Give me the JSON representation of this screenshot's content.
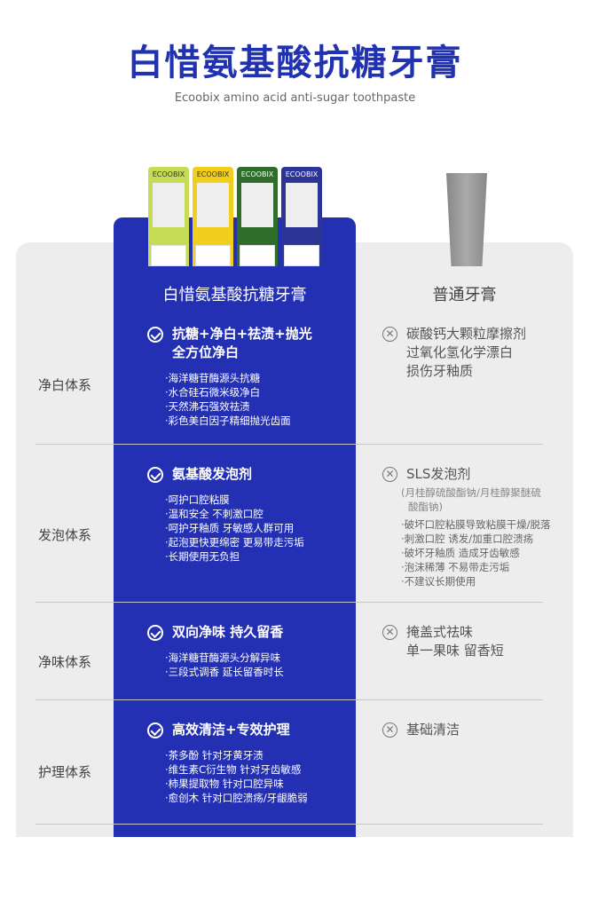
{
  "header": {
    "title": "白惜氨基酸抗糖牙膏",
    "subtitle": "Ecoobix amino acid anti-sugar toothpaste"
  },
  "products": {
    "brand": "ECOOBIX",
    "tube_colors": [
      "#c6dc56",
      "#f2cf1c",
      "#2f6e2a",
      "#2c3595"
    ]
  },
  "columns": {
    "ours": "白惜氨基酸抗糖牙膏",
    "normal": "普通牙膏"
  },
  "colors": {
    "accent": "#2430b4",
    "title": "#2132b0"
  },
  "rows": [
    {
      "label": "净白体系",
      "ours": {
        "head": [
          "抗糖+净白+祛渍+抛光",
          "全方位净白"
        ],
        "bullets": [
          "·海洋糖苷酶源头抗糖",
          "·水合硅石微米级净白",
          "·天然沸石强效祛渍",
          "·彩色美白因子精细抛光齿面"
        ]
      },
      "normal": {
        "head": [
          "碳酸钙大颗粒摩擦剂",
          "过氧化氢化学漂白",
          "损伤牙釉质"
        ],
        "bullets": []
      }
    },
    {
      "label": "发泡体系",
      "ours": {
        "head": [
          "氨基酸发泡剂"
        ],
        "bullets": [
          "·呵护口腔粘膜",
          "·温和安全 不刺激口腔",
          "·呵护牙釉质 牙敏感人群可用",
          "·起泡更快更绵密 更易带走污垢",
          "·长期使用无负担"
        ]
      },
      "normal": {
        "head": [
          "SLS发泡剂"
        ],
        "note": [
          "(月桂醇硫酸酯钠/月桂醇聚醚硫",
          "酸酯钠)"
        ],
        "bullets": [
          "·破坏口腔粘膜导致粘膜干燥/脱落",
          "·刺激口腔 诱发/加重口腔溃疡",
          "·破坏牙釉质 造成牙齿敏感",
          "·泡沫稀薄 不易带走污垢",
          "·不建议长期使用"
        ]
      }
    },
    {
      "label": "净味体系",
      "ours": {
        "head": [
          "双向净味 持久留香"
        ],
        "bullets": [
          "·海洋糖苷酶源头分解异味",
          "·三段式调香 延长留香时长"
        ]
      },
      "normal": {
        "head": [
          "掩盖式祛味",
          "单一果味 留香短"
        ],
        "bullets": []
      }
    },
    {
      "label": "护理体系",
      "ours": {
        "head": [
          "高效清洁+专效护理"
        ],
        "bullets": [
          "·茶多酚 针对牙黄牙渍",
          "·维生素C衍生物 针对牙齿敏感",
          "·柿果提取物 针对口腔异味",
          "·愈创木 针对口腔溃疡/牙龈脆弱"
        ]
      },
      "normal": {
        "head": [
          "基础清洁"
        ],
        "bullets": []
      }
    }
  ]
}
